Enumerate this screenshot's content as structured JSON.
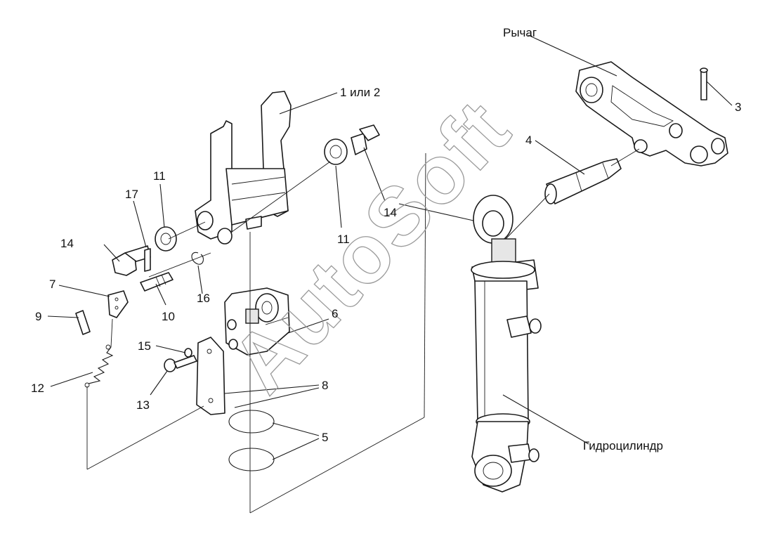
{
  "callouts": {
    "lever": "Рычаг",
    "cylinder": "Гидроцилиндр",
    "p1or2": "1 или 2",
    "p3": "3",
    "p4": "4",
    "p5": "5",
    "p6": "6",
    "p7": "7",
    "p8": "8",
    "p9": "9",
    "p10": "10",
    "p11a": "11",
    "p11b": "11",
    "p12": "12",
    "p13": "13",
    "p14a": "14",
    "p14b": "14",
    "p15": "15",
    "p16": "16",
    "p17": "17"
  },
  "watermark": "AutoSoft",
  "colors": {
    "ink": "#1a1a1a",
    "watermark": "#9a9a9a",
    "background": "#ffffff"
  }
}
